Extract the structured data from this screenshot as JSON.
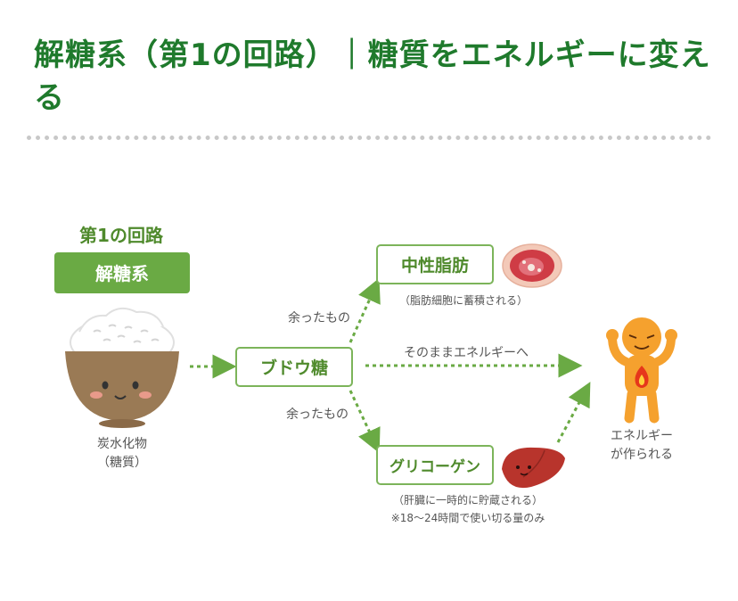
{
  "page": {
    "title": "解糖系（第1の回路）｜糖質をエネルギーに変える"
  },
  "diagram": {
    "circuit_label": "第1の回路",
    "circuit_name": "解糖系",
    "food_label_line1": "炭水化物",
    "food_label_line2": "（糖質）",
    "glucose": "ブドウ糖",
    "surplus_upper": "余ったもの",
    "surplus_lower": "余ったもの",
    "fat_box": "中性脂肪",
    "fat_caption": "（脂肪細胞に蓄積される）",
    "direct_label": "そのままエネルギーへ",
    "glycogen_box": "グリコーゲン",
    "glycogen_caption1": "（肝臓に一時的に貯蔵される）",
    "glycogen_caption2": "※18〜24時間で使い切る量のみ",
    "energy_line1": "エネルギー",
    "energy_line2": "が作られる"
  },
  "colors": {
    "title": "#1f7a2c",
    "accent_green": "#6aaa44",
    "label_green": "#4f8a2c",
    "box_border": "#7cb45a",
    "text_gray": "#555555",
    "bowl": "#9a7a55",
    "body_orange": "#f5a12e",
    "liver": "#b8342c"
  },
  "icons": [
    "rice-bowl-icon",
    "fat-cell-icon",
    "liver-icon",
    "energetic-person-icon"
  ]
}
